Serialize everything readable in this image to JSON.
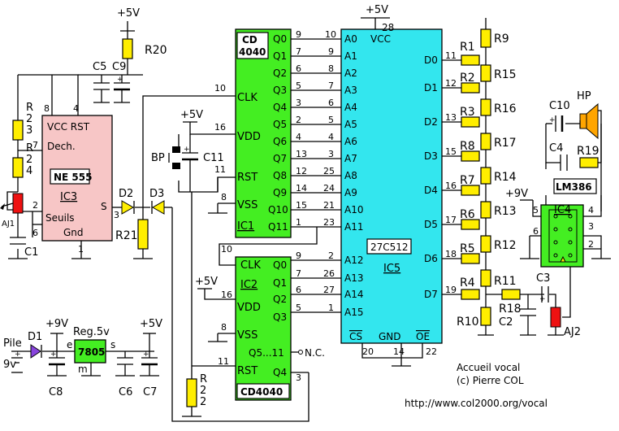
{
  "supply": {
    "plus5v": "+5V",
    "plus9v": "+9V",
    "pin28": "28"
  },
  "resistors": {
    "r1": "R1",
    "r2": "R2",
    "r3": "R3",
    "r4": "R4",
    "r5": "R5",
    "r6": "R6",
    "r7": "R7",
    "r8": "R8",
    "r9": "R9",
    "r10": "R10",
    "r11": "R11",
    "r12": "R12",
    "r13": "R13",
    "r14": "R14",
    "r15": "R15",
    "r16": "R16",
    "r17": "R17",
    "r18": "R18",
    "r19": "R19",
    "r20": "R20",
    "r21": "R21"
  },
  "vertical_labels": {
    "r23": [
      "R",
      "2",
      "3"
    ],
    "r24": [
      "R",
      "2",
      "4"
    ],
    "r22": [
      "R",
      "2",
      "2"
    ]
  },
  "capacitors": {
    "c1": "C1",
    "c2": "C2",
    "c3": "C3",
    "c4": "C4",
    "c5": "C5",
    "c6": "C6",
    "c7": "C7",
    "c8": "C8",
    "c9": "C9",
    "c10": "C10",
    "c11": "C11"
  },
  "parts": {
    "d1": "D1",
    "d2": "D2",
    "d3": "D3",
    "bp": "BP",
    "aj1": "AJ1",
    "aj2": "AJ2",
    "hp": "HP",
    "pile": "Pile",
    "pile_v": "9v",
    "reg": "Reg.5v",
    "reg_chip": "7805",
    "reg_e": "e",
    "reg_s": "s",
    "reg_m": "m"
  },
  "ic_cd4040_top": {
    "name": [
      "CD",
      "4040"
    ],
    "ref": "IC1",
    "inputs": [
      "CLK",
      "VDD",
      "RST",
      "VSS"
    ],
    "in_pins": [
      "10",
      "16",
      "11",
      "8"
    ],
    "outputs": [
      "Q0",
      "Q1",
      "Q2",
      "Q3",
      "Q4",
      "Q5",
      "Q6",
      "Q7",
      "Q8",
      "Q9",
      "Q10",
      "Q11"
    ],
    "out_pins": [
      "9",
      "7",
      "6",
      "5",
      "3",
      "2",
      "4",
      "13",
      "12",
      "14",
      "15",
      "1"
    ]
  },
  "ic_cd4040_bottom": {
    "name": "CD4040",
    "ref": "IC2",
    "inputs": [
      "CLK",
      "VDD",
      "VSS",
      "RST"
    ],
    "in_pins": [
      "10",
      "16",
      "8",
      "11"
    ],
    "outputs": [
      "Q0",
      "Q1",
      "Q2",
      "Q3",
      "Q5...11",
      "Q4"
    ],
    "out_pins": [
      "9",
      "7",
      "6",
      "5",
      "",
      "3"
    ],
    "nc": "N.C."
  },
  "ic_eprom": {
    "ref": "IC5",
    "name": "27C512",
    "vcc": "VCC",
    "addr": [
      "A0",
      "A1",
      "A2",
      "A3",
      "A4",
      "A5",
      "A6",
      "A7",
      "A8",
      "A9",
      "A10",
      "A11",
      "A12",
      "A13",
      "A14",
      "A15"
    ],
    "addr_pins": [
      "10",
      "9",
      "8",
      "7",
      "6",
      "5",
      "4",
      "3",
      "25",
      "24",
      "21",
      "23",
      "2",
      "26",
      "27",
      "1"
    ],
    "data": [
      "D0",
      "D1",
      "D2",
      "D3",
      "D4",
      "D5",
      "D6",
      "D7"
    ],
    "data_pins": [
      "11",
      "12",
      "13",
      "15",
      "16",
      "17",
      "18",
      "19"
    ],
    "cs": "CS",
    "gnd": "GND",
    "oe": "OE",
    "ctrl_pins": [
      "20",
      "14",
      "22"
    ]
  },
  "ic_555": {
    "ref": "IC3",
    "name": "NE 555",
    "labels": [
      "VCC RST",
      "Dech.",
      "Seuils",
      "Gnd",
      "S"
    ],
    "pins": [
      "8",
      "4",
      "7",
      "2",
      "6",
      "1",
      "3"
    ]
  },
  "ic_lm386": {
    "ref": "IC4",
    "name": "LM386",
    "pins": [
      "5",
      "6",
      "4",
      "3",
      "2"
    ]
  },
  "credits": {
    "title": "Accueil vocal",
    "author": "(c) Pierre COL",
    "url": "http://www.col2000.org/vocal"
  }
}
